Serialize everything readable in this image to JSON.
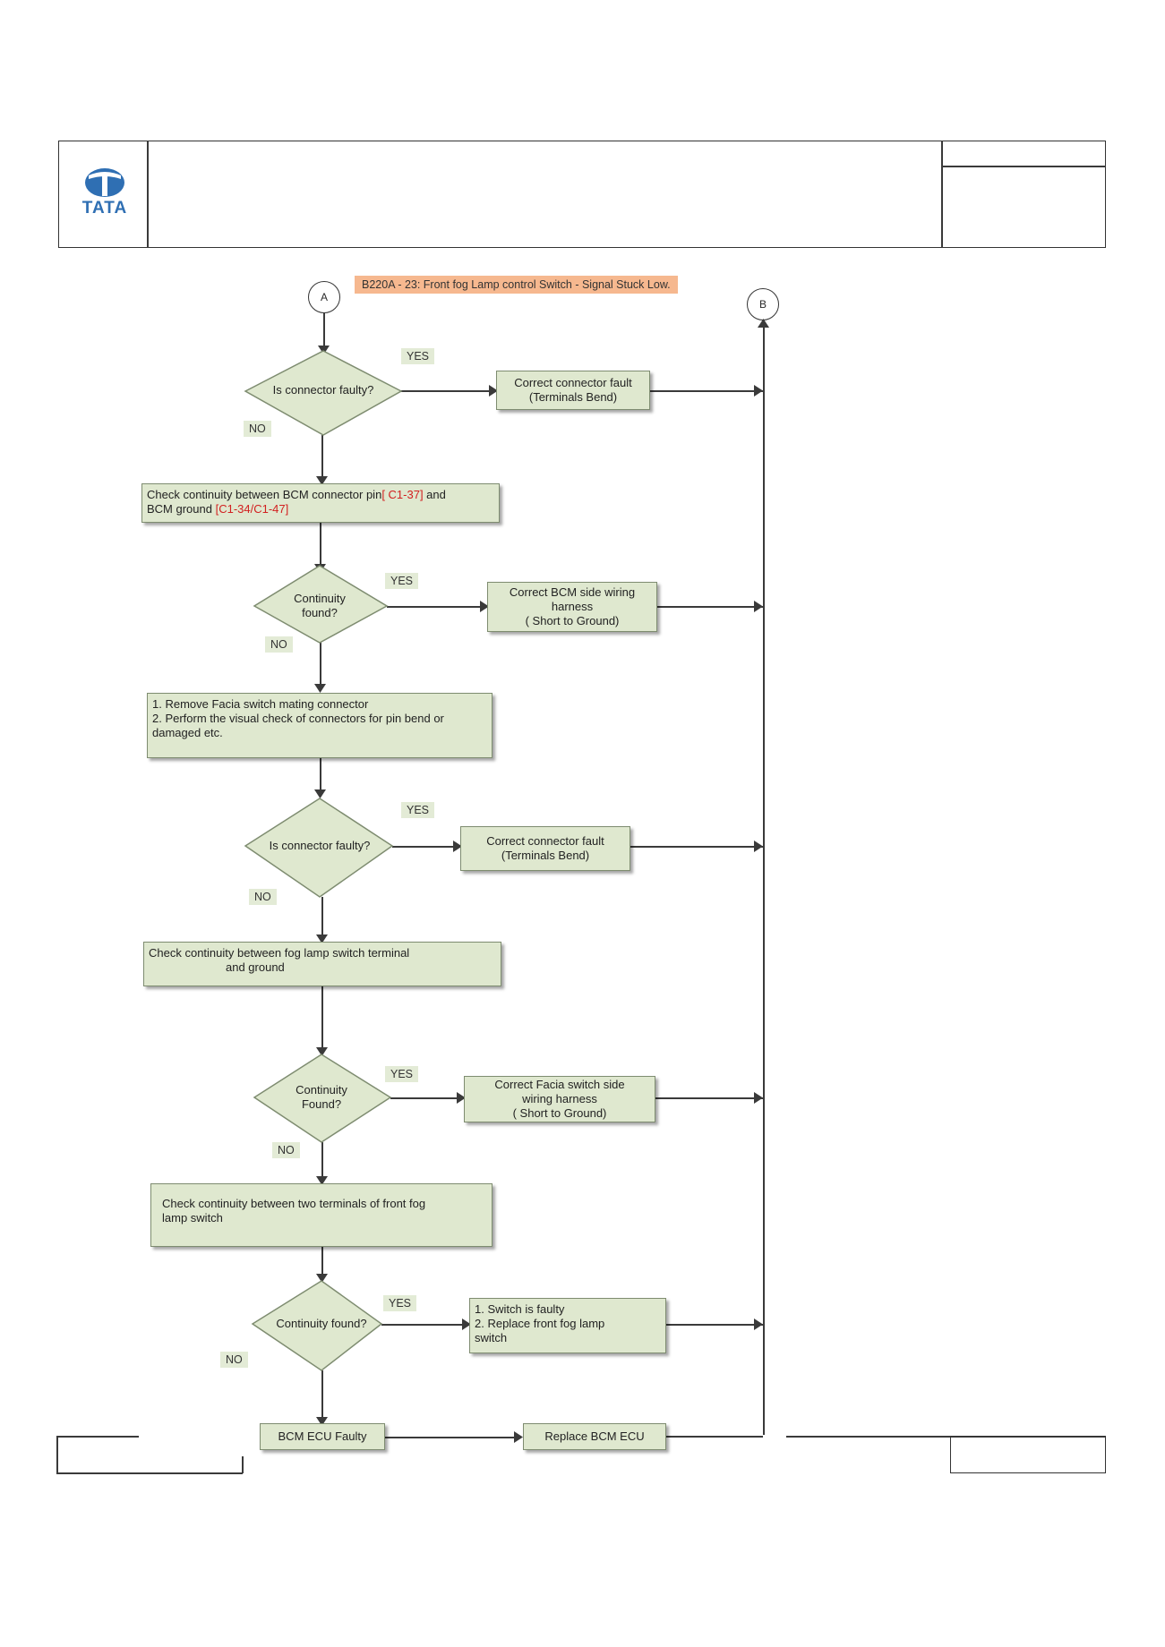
{
  "header": {
    "logo_text": "TATA"
  },
  "connectors": {
    "start": "A",
    "end": "B"
  },
  "banner": "B220A - 23: Front fog Lamp control Switch - Signal Stuck Low.",
  "labels": {
    "yes": "YES",
    "no": "NO"
  },
  "steps": {
    "d1": "Is connector faulty?",
    "r1": [
      "Correct connector fault",
      "(Terminals Bend)"
    ],
    "p1": {
      "a": "Check continuity between BCM connector pin",
      "b": "[ C1-37]",
      "c": " and",
      "d": "BCM ground ",
      "e": "[C1-34/C1-47]"
    },
    "d2": [
      "Continuity",
      "found?"
    ],
    "r2": [
      "Correct BCM side wiring",
      "harness",
      "( Short to Ground)"
    ],
    "p2": [
      "1. Remove Facia switch mating connector",
      "2. Perform the visual check of connectors for pin bend or",
      "damaged etc."
    ],
    "d3": "Is connector faulty?",
    "r3": [
      "Correct connector fault",
      "(Terminals Bend)"
    ],
    "p3": [
      "Check continuity between fog lamp switch terminal",
      "and  ground"
    ],
    "d4": [
      "Continuity",
      "Found?"
    ],
    "r4": [
      "Correct Facia switch side",
      "wiring harness",
      "( Short to Ground)"
    ],
    "p4": [
      "Check continuity between two  terminals of front fog",
      "lamp  switch"
    ],
    "d5": "Continuity found?",
    "r5": [
      "1. Switch is faulty",
      "2. Replace front fog lamp",
      "switch"
    ],
    "p5": "BCM ECU Faulty",
    "r6": "Replace BCM ECU"
  }
}
